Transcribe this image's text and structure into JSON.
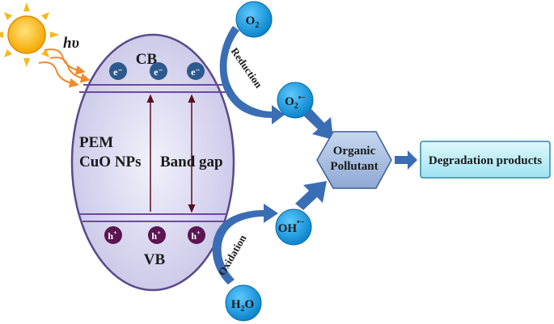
{
  "light": {
    "label": "hυ"
  },
  "particle": {
    "material_line1": "PEM",
    "material_line2": "CuO NPs",
    "cb_label": "CB",
    "vb_label": "VB",
    "band_gap_label": "Band gap",
    "electrons": [
      "e⁻",
      "e⁻",
      "e⁻"
    ],
    "holes": [
      "h",
      "h",
      "h"
    ],
    "hole_charge": "+"
  },
  "species": {
    "o2": {
      "main": "O",
      "sub": "2"
    },
    "superoxide": {
      "main": "O",
      "sub": "2",
      "sup": "•−"
    },
    "h2o": {
      "main1": "H",
      "sub": "2",
      "main2": "O"
    },
    "hydroxyl": {
      "main": "OH",
      "sup": "•−"
    }
  },
  "process_labels": {
    "reduction": "Reduction",
    "oxidation": "Oxidation"
  },
  "pollutant": {
    "line1": "Organic",
    "line2": "Pollutant"
  },
  "products": {
    "label": "Degradation products"
  },
  "colors": {
    "particle_fill": "#c8c6e8",
    "particle_stroke": "#5a4a8a",
    "electron_fill": "#2c5a8e",
    "hole_fill": "#5b1552",
    "band_line": "#6a4aa0",
    "gap_arrow": "#5a0f1f",
    "species_fill": "#1aa0e6",
    "arrow_blue": "#3a6db4",
    "sun_fill": "#f7b818",
    "ray_color": "#f08a2a",
    "pollutant_fill": "#a9bfe0",
    "products_fill": "#bdeef6"
  }
}
